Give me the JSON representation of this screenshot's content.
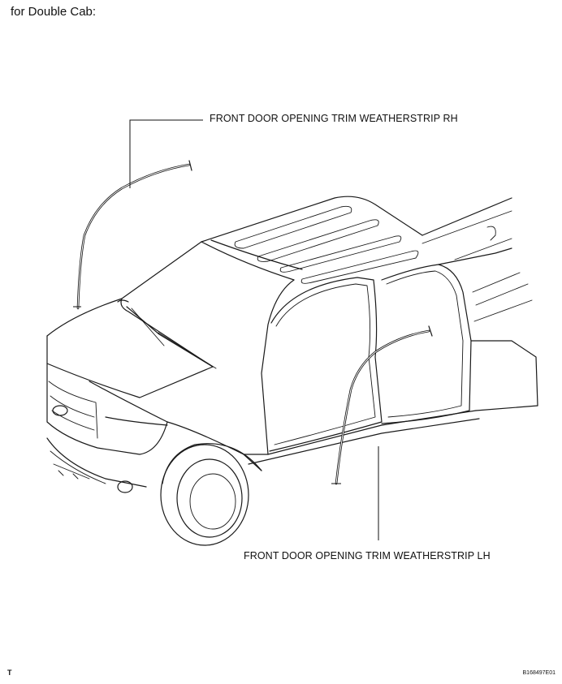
{
  "heading": "for Double Cab:",
  "callouts": {
    "rh": "FRONT DOOR OPENING TRIM WEATHERSTRIP RH",
    "lh": "FRONT DOOR OPENING TRIM WEATHERSTRIP LH"
  },
  "footer": {
    "corner_mark": "T",
    "figure_code": "B168497E01"
  }
}
